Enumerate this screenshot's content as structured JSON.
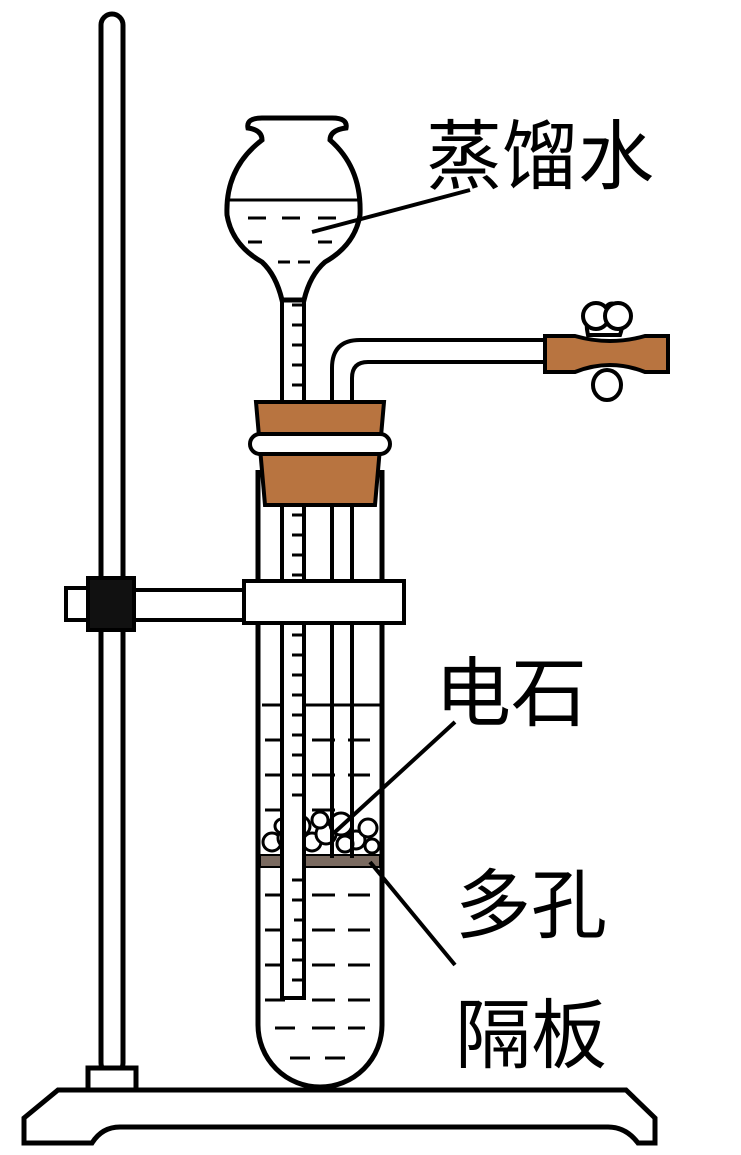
{
  "labels": {
    "distilled_water": "蒸馏水",
    "calcium_carbide": "电石",
    "porous_plate_line1": "多孔",
    "porous_plate_line2": "隔板"
  },
  "colors": {
    "stopper": "#B87440",
    "plate": "#7A6A60",
    "clamp": "#111111",
    "stroke": "#000000"
  }
}
